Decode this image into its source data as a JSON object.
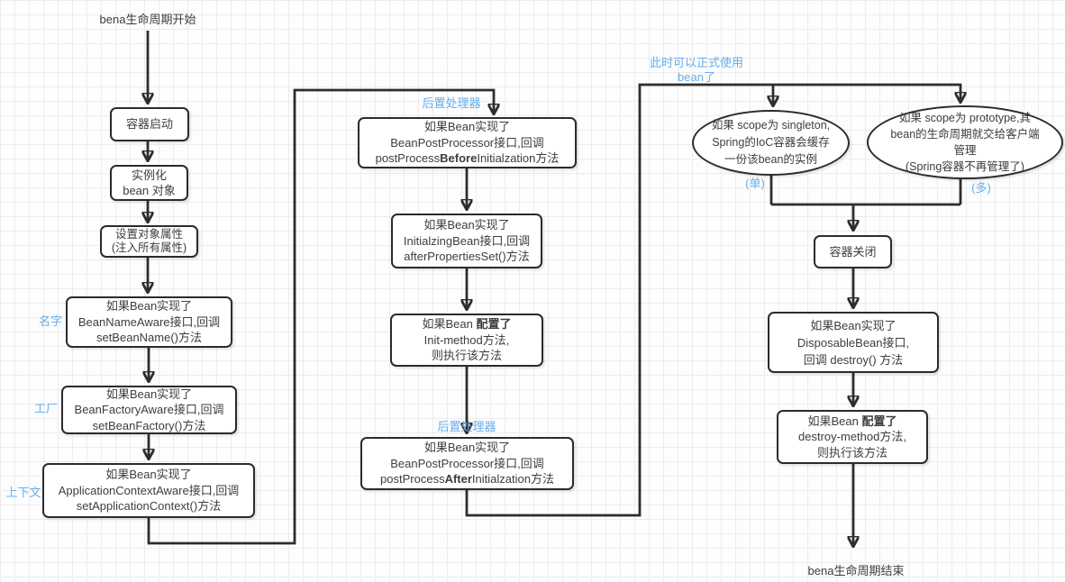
{
  "colors": {
    "line": "#2d2d2d",
    "text": "#3d3d3d",
    "annotation_blue": "#66aeec",
    "node_fill": "#ffffff",
    "grid": "#ececec"
  },
  "nodes": {
    "start_label": "bena生命周期开始",
    "container_start": "容器启动",
    "instantiate": {
      "line1": "实例化",
      "line2": "bean 对象"
    },
    "set_props": {
      "line1": "设置对象属性",
      "line2": "(注入所有属性)"
    },
    "bean_name": {
      "line1": "如果Bean实现了",
      "line2": "BeanNameAware接口,回调",
      "line3": "setBeanName()方法"
    },
    "bean_factory": {
      "line1": "如果Bean实现了",
      "line2": "BeanFactoryAware接口,回调",
      "line3": "setBeanFactory()方法"
    },
    "app_context": {
      "line1": "如果Bean实现了",
      "line2": "ApplicationContextAware接口,回调",
      "line3": "setApplicationContext()方法"
    },
    "post_before": {
      "line1": "如果Bean实现了",
      "line2": "BeanPostProcessor接口,回调",
      "line3_pre": "postProcess",
      "line3_bold": "Before",
      "line3_post": "Initialzation方法"
    },
    "initializing": {
      "line1": "如果Bean实现了",
      "line2": "InitialzingBean接口,回调",
      "line3": "afterPropertiesSet()方法"
    },
    "init_method": {
      "line1_pre": "如果Bean ",
      "line1_bold": "配置了",
      "line2": "Init-method方法,",
      "line3": "则执行该方法"
    },
    "post_after": {
      "line1": "如果Bean实现了",
      "line2": "BeanPostProcessor接口,回调",
      "line3_pre": "postProcess",
      "line3_bold": "After",
      "line3_post": "Initialzation方法"
    },
    "scope_singleton": {
      "line1": "如果 scope为 singleton,",
      "line2": "Spring的IoC容器会缓存",
      "line3": "一份该bean的实例"
    },
    "scope_prototype": {
      "line1": "如果 scope为 prototype,其",
      "line2": "bean的生命周期就交给客户端",
      "line3": "管理",
      "line4": "(Spring容器不再管理了)"
    },
    "container_close": "容器关闭",
    "disposable": {
      "line1": "如果Bean实现了",
      "line2": "DisposableBean接口,",
      "line3": "回调 destroy() 方法"
    },
    "destroy_method": {
      "line1_pre": "如果Bean ",
      "line1_bold": "配置了",
      "line2": "destroy-method方法,",
      "line3": "则执行该方法"
    },
    "end_label": "bena生命周期结束"
  },
  "annotations": {
    "name_tag": "名字",
    "factory_tag": "工厂",
    "context_tag": "上下文",
    "post_processor_top": "后置处理器",
    "post_processor_bottom": "后置处理器",
    "ready_note_line1": "此时可以正式使用",
    "ready_note_line2": "bean了",
    "single_tag": "(单)",
    "multi_tag": "(多)"
  }
}
